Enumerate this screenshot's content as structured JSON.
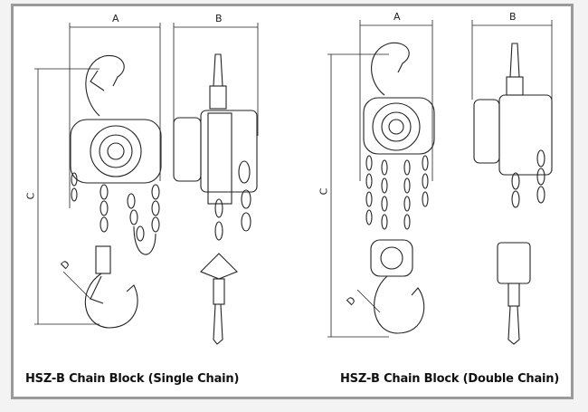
{
  "captions": {
    "single": "HSZ-B  Chain Block (Single Chain)",
    "double": "HSZ-B  Chain Block (Double Chain)"
  },
  "dimensions": {
    "left_a": "A",
    "left_b": "B",
    "left_c": "C",
    "left_d": "D",
    "right_a": "A",
    "right_b": "B",
    "right_c": "C",
    "right_d": "D"
  }
}
